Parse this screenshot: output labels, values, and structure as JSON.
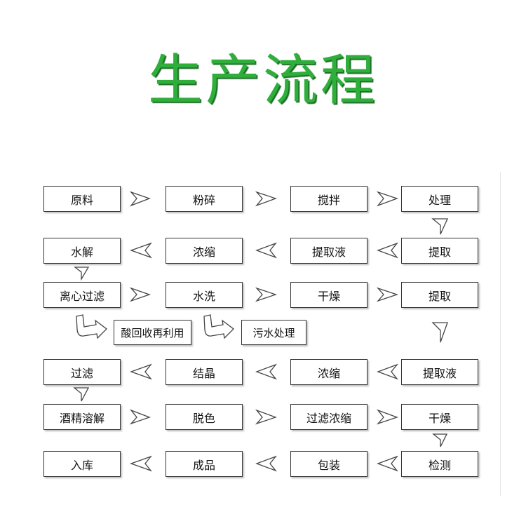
{
  "title": "生产流程",
  "steps": {
    "raw_material": "原料",
    "crushing": "粉碎",
    "stirring": "搅拌",
    "treatment": "处理",
    "extraction_1": "提取",
    "extract_liquid_1": "提取液",
    "concentration_1": "浓缩",
    "hydrolysis": "水解",
    "centrifugal_filtration": "离心过滤",
    "water_wash": "水洗",
    "drying_1": "干燥",
    "extraction_2": "提取",
    "acid_recycle": "酸回收再利用",
    "wastewater_treatment": "污水处理",
    "extract_liquid_2": "提取液",
    "concentration_2": "浓缩",
    "crystallization": "结晶",
    "filtration": "过滤",
    "alcohol_dissolving": "酒精溶解",
    "decolorizing": "脱色",
    "filter_concentrate": "过滤浓缩",
    "drying_2": "干燥",
    "inspection": "检测",
    "packaging": "包装",
    "finished_product": "成品",
    "warehousing": "入库"
  }
}
